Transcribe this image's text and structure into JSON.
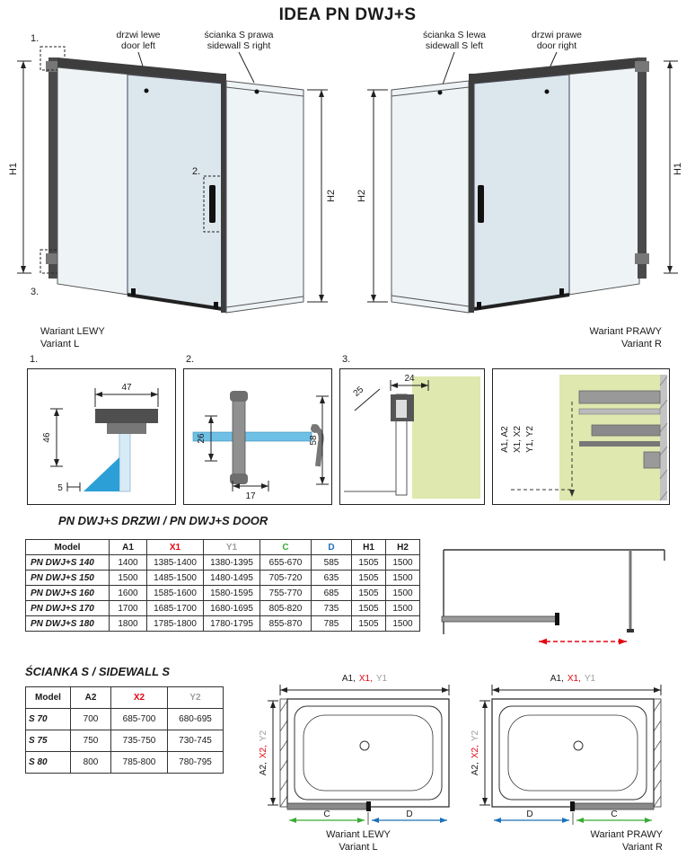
{
  "title": "IDEA PN DWJ+S",
  "colors": {
    "red": "#e30613",
    "gray": "#9d9d9c",
    "green": "#3aaa35",
    "blue": "#1d71b8"
  },
  "elevation_left": {
    "callout1": "1.",
    "callout2": "2.",
    "callout3": "3.",
    "door_label_pl": "drzwi lewe",
    "door_label_en": "door left",
    "side_label_pl": "ścianka S prawa",
    "side_label_en": "sidewall S right",
    "dim_h1": "H1",
    "dim_h2": "H2",
    "variant_pl": "Wariant LEWY",
    "variant_en": "Variant L"
  },
  "elevation_right": {
    "door_label_pl": "drzwi prawe",
    "door_label_en": "door right",
    "side_label_pl": "ścianka S lewa",
    "side_label_en": "sidewall S left",
    "dim_h1": "H1",
    "dim_h2": "H2",
    "variant_pl": "Wariant PRAWY",
    "variant_en": "Variant R"
  },
  "details": {
    "d1": {
      "label": "1.",
      "dim_width": "47",
      "dim_height": "46",
      "dim_gap": "5"
    },
    "d2": {
      "label": "2.",
      "dim_a": "26",
      "dim_b": "17",
      "dim_c": "58"
    },
    "d3": {
      "label": "3.",
      "dim_a": "25",
      "dim_b": "24"
    },
    "d4": {
      "label_a": "A1, A2",
      "label_x": "X1, X2",
      "label_y": "Y1, Y2"
    }
  },
  "door_section": {
    "heading": "PN DWJ+S DRZWI / PN DWJ+S DOOR",
    "table": {
      "headers": [
        "Model",
        "A1",
        "X1",
        "Y1",
        "C",
        "D",
        "H1",
        "H2"
      ],
      "header_colors": [
        "",
        "",
        "#e30613",
        "#9d9d9c",
        "#3aaa35",
        "#1d71b8",
        "",
        ""
      ],
      "rows": [
        [
          "PN DWJ+S 140",
          "1400",
          "1385-1400",
          "1380-1395",
          "655-670",
          "585",
          "1505",
          "1500"
        ],
        [
          "PN DWJ+S 150",
          "1500",
          "1485-1500",
          "1480-1495",
          "705-720",
          "635",
          "1505",
          "1500"
        ],
        [
          "PN DWJ+S 160",
          "1600",
          "1585-1600",
          "1580-1595",
          "755-770",
          "685",
          "1505",
          "1500"
        ],
        [
          "PN DWJ+S 170",
          "1700",
          "1685-1700",
          "1680-1695",
          "805-820",
          "735",
          "1505",
          "1500"
        ],
        [
          "PN DWJ+S 180",
          "1800",
          "1785-1800",
          "1780-1795",
          "855-870",
          "785",
          "1505",
          "1500"
        ]
      ]
    }
  },
  "sidewall_section": {
    "heading": "ŚCIANKA S / SIDEWALL S",
    "table": {
      "headers": [
        "Model",
        "A2",
        "X2",
        "Y2"
      ],
      "header_colors": [
        "",
        "",
        "#e30613",
        "#9d9d9c"
      ],
      "rows": [
        [
          "S 70",
          "700",
          "685-700",
          "680-695"
        ],
        [
          "S 75",
          "750",
          "735-750",
          "730-745"
        ],
        [
          "S 80",
          "800",
          "785-800",
          "780-795"
        ]
      ]
    }
  },
  "plan": {
    "top_a": "A1,",
    "top_x": "X1,",
    "top_y": "Y1",
    "side_a": "A2,",
    "side_x": "X2,",
    "side_y": "Y2",
    "dim_c": "C",
    "dim_d": "D",
    "left_variant_pl": "Wariant LEWY",
    "left_variant_en": "Variant L",
    "right_variant_pl": "Wariant PRAWY",
    "right_variant_en": "Variant R"
  }
}
